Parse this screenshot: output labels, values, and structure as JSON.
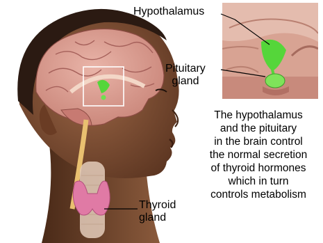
{
  "labels": {
    "hypothalamus": "Hypothalamus",
    "pituitary_line1": "Pituitary",
    "pituitary_line2": "gland",
    "thyroid_line1": "Thyroid",
    "thyroid_line2": "gland"
  },
  "caption": {
    "lines": [
      "The hypothalamus",
      "and the pituitary",
      "in the brain control",
      "the normal secretion",
      "of thyroid hormones",
      "which in turn",
      "controls metabolism"
    ]
  },
  "colors": {
    "skin": "#7a4a30",
    "brain": "#d99a8f",
    "hypothalamus_highlight": "#55d63a",
    "thyroid": "#e07aa5",
    "inset_border": "#ffffff"
  }
}
